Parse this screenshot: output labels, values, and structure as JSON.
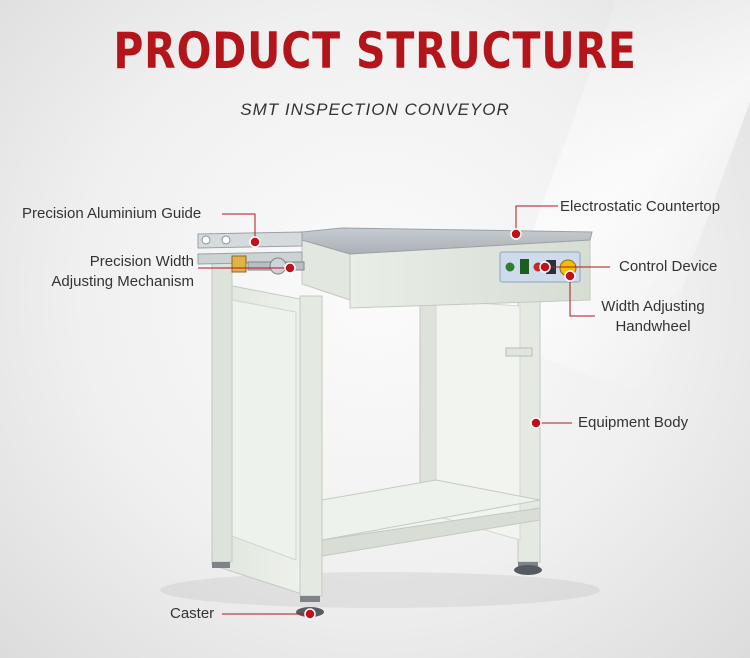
{
  "header": {
    "title": "PRODUCT STRUCTURE",
    "subtitle": "SMT INSPECTION CONVEYOR"
  },
  "callouts": {
    "precision_guide": "Precision Aluminium Guide",
    "width_mechanism_line1": "Precision Width",
    "width_mechanism_line2": "Adjusting Mechanism",
    "countertop": "Electrostatic Countertop",
    "control_device": "Control Device",
    "handwheel_line1": "Width Adjusting",
    "handwheel_line2": "Handwheel",
    "equipment_body": "Equipment Body",
    "caster": "Caster"
  },
  "colors": {
    "accent": "#b3151b",
    "dot": "#c0111a",
    "machine_body": "#e6ebe4",
    "machine_shadow": "#c9cfc6",
    "panel_blue": "#cfdbea"
  }
}
